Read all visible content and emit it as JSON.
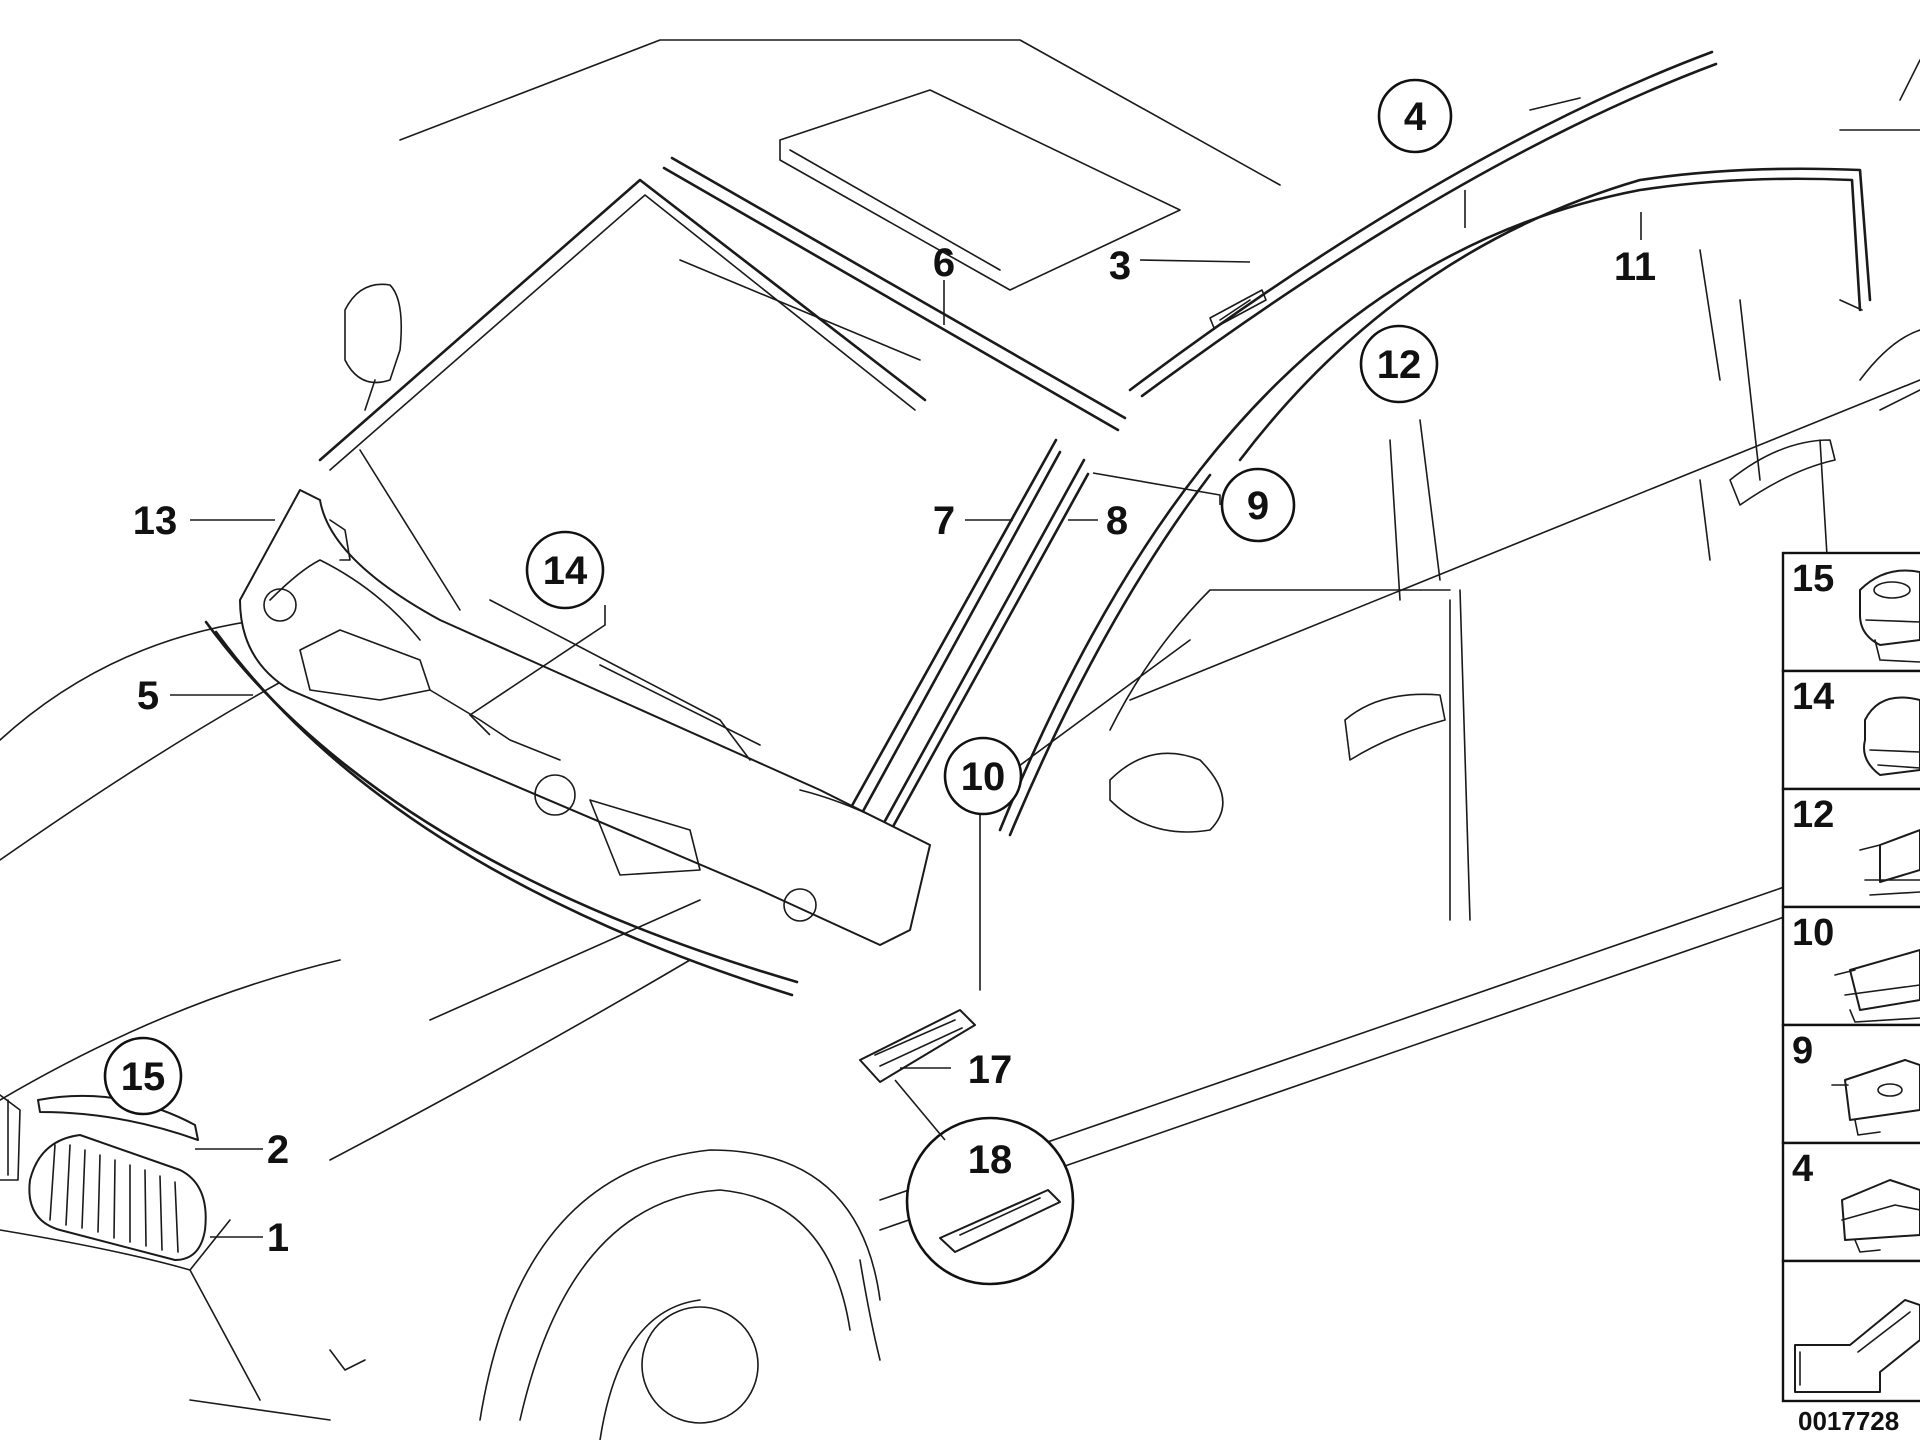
{
  "callouts": {
    "c1": "1",
    "c2": "2",
    "c3": "3",
    "c4": "4",
    "c5": "5",
    "c6": "6",
    "c7": "7",
    "c8": "8",
    "c9": "9",
    "c10": "10",
    "c11": "11",
    "c12": "12",
    "c13": "13",
    "c14": "14",
    "c15": "15",
    "c17": "17",
    "c18": "18"
  },
  "panel": {
    "items": [
      "15",
      "14",
      "12",
      "10",
      "9",
      "4"
    ]
  },
  "doc_id": "0017728"
}
